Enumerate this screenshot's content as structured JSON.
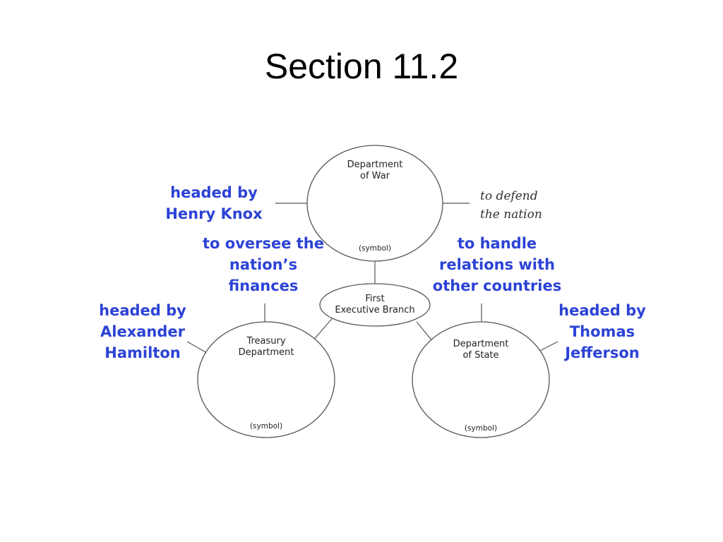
{
  "slide": {
    "title": "Section 11.2"
  },
  "diagram": {
    "center": {
      "label_line1": "First",
      "label_line2": "Executive Branch"
    },
    "war": {
      "label_line1": "Department",
      "label_line2": "of War",
      "symbol": "(symbol)"
    },
    "treasury": {
      "label_line1": "Treasury",
      "label_line2": "Department",
      "symbol": "(symbol)"
    },
    "state": {
      "label_line1": "Department",
      "label_line2": "of State",
      "symbol": "(symbol)"
    },
    "war_purpose": {
      "line1": "to defend",
      "line2": "the nation"
    }
  },
  "notes": {
    "war_head": {
      "line1": "headed by",
      "line2": "Henry Knox"
    },
    "treasury_purpose": {
      "line1": "to oversee the",
      "line2": "nation’s",
      "line3": "finances"
    },
    "state_purpose": {
      "line1": "to handle",
      "line2": "relations with",
      "line3": "other countries"
    },
    "treasury_head": {
      "line1": "headed by",
      "line2": "Alexander",
      "line3": "Hamilton"
    },
    "state_head": {
      "line1": "headed by",
      "line2": "Thomas",
      "line3": "Jefferson"
    }
  },
  "colors": {
    "note_text": "#2c43d6",
    "line": "#555555"
  }
}
